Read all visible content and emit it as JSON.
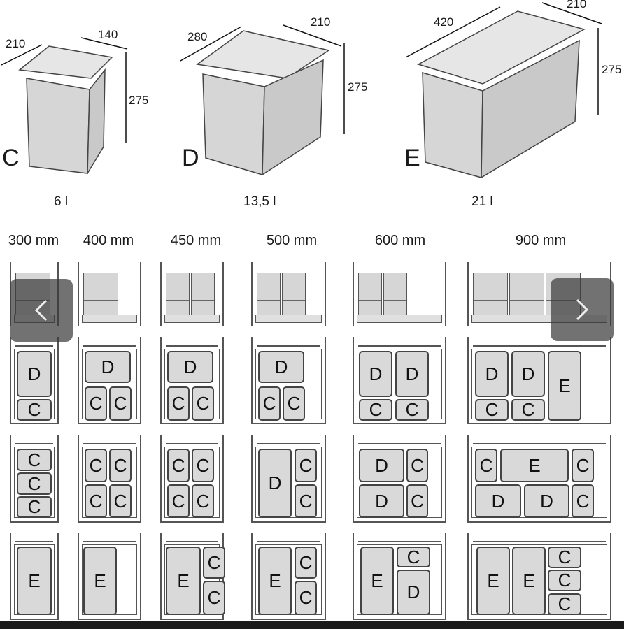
{
  "bins": [
    {
      "letter": "C",
      "capacity": "6 l",
      "dims": [
        "210",
        "140",
        "275"
      ]
    },
    {
      "letter": "D",
      "capacity": "13,5 l",
      "dims": [
        "280",
        "210",
        "275"
      ]
    },
    {
      "letter": "E",
      "capacity": "21 l",
      "dims": [
        "420",
        "210",
        "275"
      ]
    }
  ],
  "widths": [
    "300 mm",
    "400 mm",
    "450 mm",
    "500 mm",
    "600 mm",
    "900 mm"
  ],
  "layouts": {
    "row2": [
      [
        "D",
        "C"
      ],
      [
        "D",
        "C",
        "C"
      ],
      [
        "D",
        "C",
        "C"
      ],
      [
        "D",
        "C",
        "C"
      ],
      [
        "D",
        "D",
        "C",
        "C"
      ],
      [
        "D",
        "D",
        "E",
        "C",
        "C"
      ]
    ],
    "row3": [
      [
        "C",
        "C",
        "C"
      ],
      [
        "C",
        "C",
        "C",
        "C"
      ],
      [
        "C",
        "C",
        "C",
        "C"
      ],
      [
        "D",
        "C",
        "C"
      ],
      [
        "D",
        "C",
        "D",
        "C"
      ],
      [
        "C",
        "E",
        "C",
        "D",
        "D",
        "C"
      ]
    ],
    "row4": [
      [
        "E"
      ],
      [
        "E"
      ],
      [
        "E",
        "C",
        "C"
      ],
      [
        "E",
        "C",
        "C"
      ],
      [
        "E",
        "C",
        "D"
      ],
      [
        "E",
        "E",
        "C",
        "C",
        "C"
      ]
    ]
  },
  "carousel": {
    "prev_icon": "chevron-left-icon",
    "next_icon": "chevron-right-icon"
  }
}
